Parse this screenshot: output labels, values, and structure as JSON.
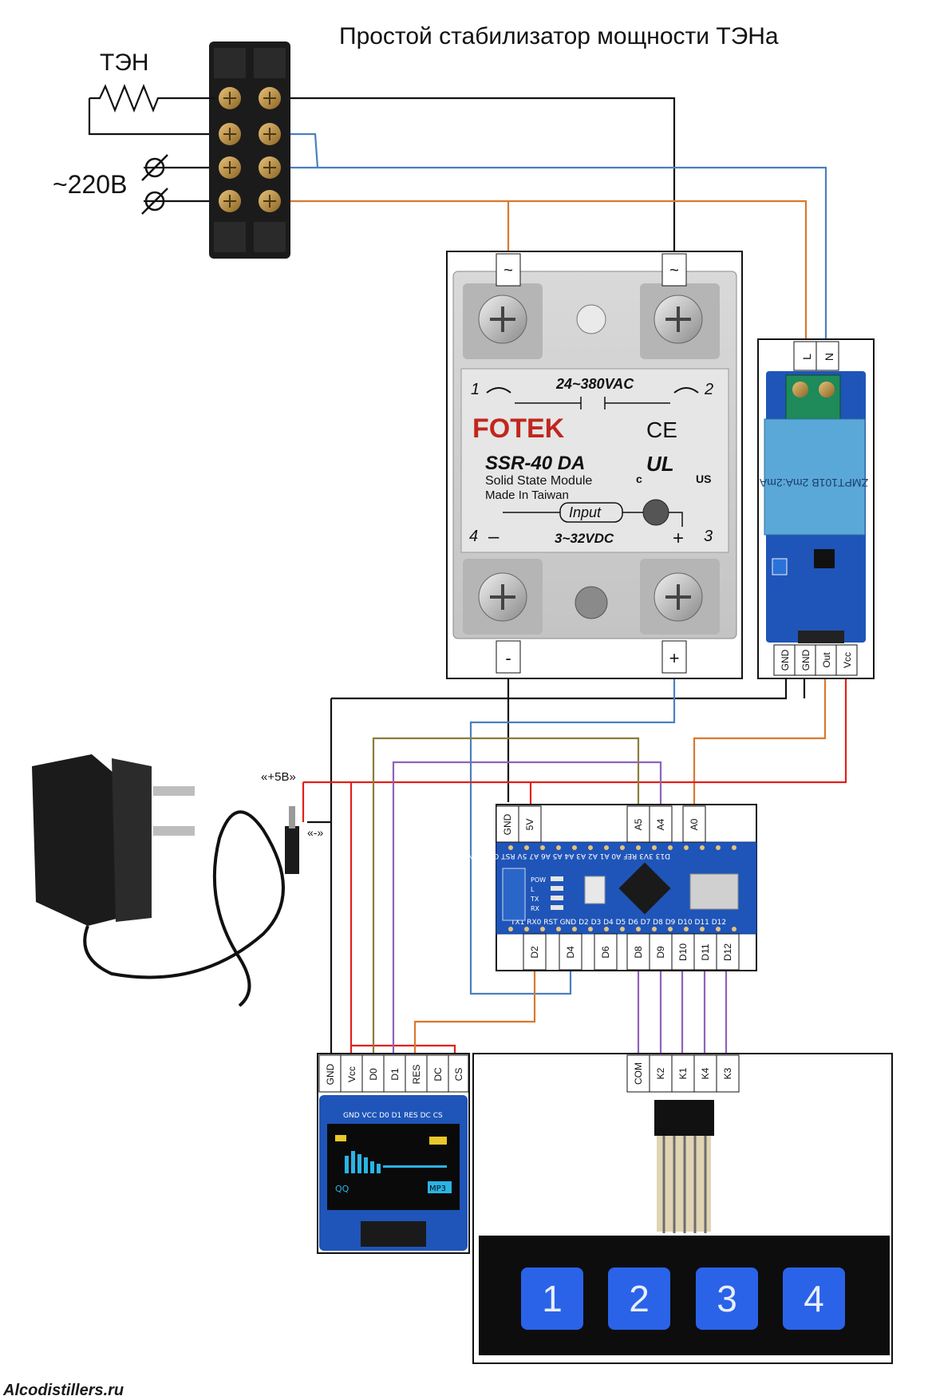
{
  "title": "Простой стабилизатор мощности ТЭНа",
  "heater_label": "ТЭН",
  "mains_label": "~220В",
  "watermark": "Alcodistillers.ru",
  "ssr": {
    "terminal_top_left": "~",
    "terminal_top_right": "~",
    "terminal_bottom_left": "-",
    "terminal_bottom_right": "+",
    "pin1": "1",
    "pin2": "2",
    "pin3": "3",
    "pin4": "4",
    "ac_rating": "24~380VAC",
    "brand": "FOTEK",
    "model": "SSR-40 DA",
    "desc1": "Solid State Module",
    "desc2": "Made In Taiwan",
    "ce": "CE",
    "ul_us": "US",
    "ul_c": "c",
    "input_label": "Input",
    "dc_rating": "3~32VDC",
    "minus": "–",
    "plus": "+"
  },
  "sensor": {
    "terminal_l": "L",
    "terminal_n": "N",
    "pins": [
      "GND",
      "GND",
      "Out",
      "Vcc"
    ],
    "chip_text": "ZMPT101B 2mA:2mA"
  },
  "power_supply": {
    "plus_label": "«+5В»",
    "minus_label": "«-»"
  },
  "nano": {
    "top_pins": [
      "GND",
      "5V",
      "A5",
      "A4",
      "A0"
    ],
    "bottom_pins": [
      "D2",
      "D4",
      "D6",
      "D8",
      "D9",
      "D10",
      "D11",
      "D12"
    ],
    "silk_top": "D13 3V3 REF A0 A1 A2 A3 A4 A5 A6 A7 5V RST GND VIN",
    "silk_bottom": "TX1 RX0 RST GND D2 D3 D4 D5 D6 D7 D8 D9 D10 D11 D12",
    "led_labels": [
      "POW",
      "L",
      "TX",
      "RX"
    ]
  },
  "oled": {
    "pins": [
      "GND",
      "Vcc",
      "D0",
      "D1",
      "RES",
      "DC",
      "CS"
    ],
    "silk": "GND VCC D0 D1 RES DC CS",
    "screen_tag": "MP3",
    "screen_small": "QQ"
  },
  "keypad": {
    "pins": [
      "COM",
      "K2",
      "K1",
      "K4",
      "K3"
    ],
    "keys": [
      "1",
      "2",
      "3",
      "4"
    ]
  },
  "colors": {
    "wire_black": "#111111",
    "wire_blue": "#4a7fc0",
    "wire_orange": "#d9782e",
    "wire_red": "#e0201a",
    "wire_purple": "#8f62b8",
    "wire_olive": "#8a7d3a",
    "wire_green": "#4c8a3a",
    "wire_gray": "#9aa0a8",
    "pcb_blue": "#1f55b8",
    "key_blue": "#2a63e8"
  },
  "icons": [
    "heater-resistor-icon",
    "mains-plug-icon",
    "power-adapter-icon",
    "terminal-screw-icon"
  ]
}
